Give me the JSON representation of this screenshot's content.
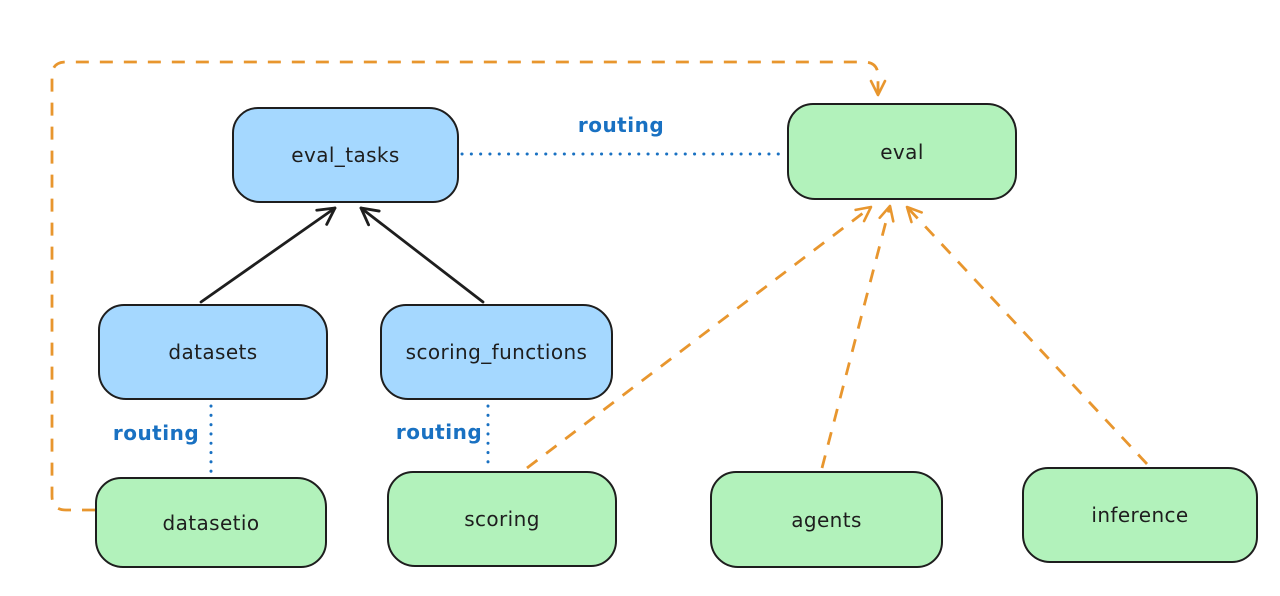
{
  "diagram": {
    "type": "architecture-graph",
    "background": "#ffffff",
    "nodes": {
      "eval_tasks": {
        "label": "eval_tasks",
        "color": "blue"
      },
      "eval": {
        "label": "eval",
        "color": "green"
      },
      "datasets": {
        "label": "datasets",
        "color": "blue"
      },
      "scoring_functions": {
        "label": "scoring_functions",
        "color": "blue"
      },
      "datasetio": {
        "label": "datasetio",
        "color": "green"
      },
      "scoring": {
        "label": "scoring",
        "color": "green"
      },
      "agents": {
        "label": "agents",
        "color": "green"
      },
      "inference": {
        "label": "inference",
        "color": "green"
      }
    },
    "edges": [
      {
        "from": "datasets",
        "to": "eval_tasks",
        "style": "solid",
        "color": "black",
        "arrow": true
      },
      {
        "from": "scoring_functions",
        "to": "eval_tasks",
        "style": "solid",
        "color": "black",
        "arrow": true
      },
      {
        "from": "eval_tasks",
        "to": "eval",
        "style": "dotted",
        "color": "blue",
        "arrow": false,
        "label": "routing"
      },
      {
        "from": "datasets",
        "to": "datasetio",
        "style": "dotted",
        "color": "blue",
        "arrow": false,
        "label": "routing"
      },
      {
        "from": "scoring_functions",
        "to": "scoring",
        "style": "dotted",
        "color": "blue",
        "arrow": false,
        "label": "routing"
      },
      {
        "from": "datasetio",
        "to": "eval",
        "style": "dashed",
        "color": "orange",
        "arrow": true
      },
      {
        "from": "scoring",
        "to": "eval",
        "style": "dashed",
        "color": "orange",
        "arrow": true
      },
      {
        "from": "agents",
        "to": "eval",
        "style": "dashed",
        "color": "orange",
        "arrow": true
      },
      {
        "from": "inference",
        "to": "eval",
        "style": "dashed",
        "color": "orange",
        "arrow": true
      }
    ],
    "edge_labels": {
      "eval_tasks_to_eval": "routing",
      "datasets_to_datasetio": "routing",
      "scoring_functions_to_scoring": "routing"
    },
    "colors": {
      "node_blue_fill": "#a5d8ff",
      "node_green_fill": "#b2f2bb",
      "node_stroke": "#1e1e1e",
      "routing_blue": "#1971c2",
      "arrow_orange": "#e8962e",
      "arrow_black": "#1e1e1e"
    }
  }
}
